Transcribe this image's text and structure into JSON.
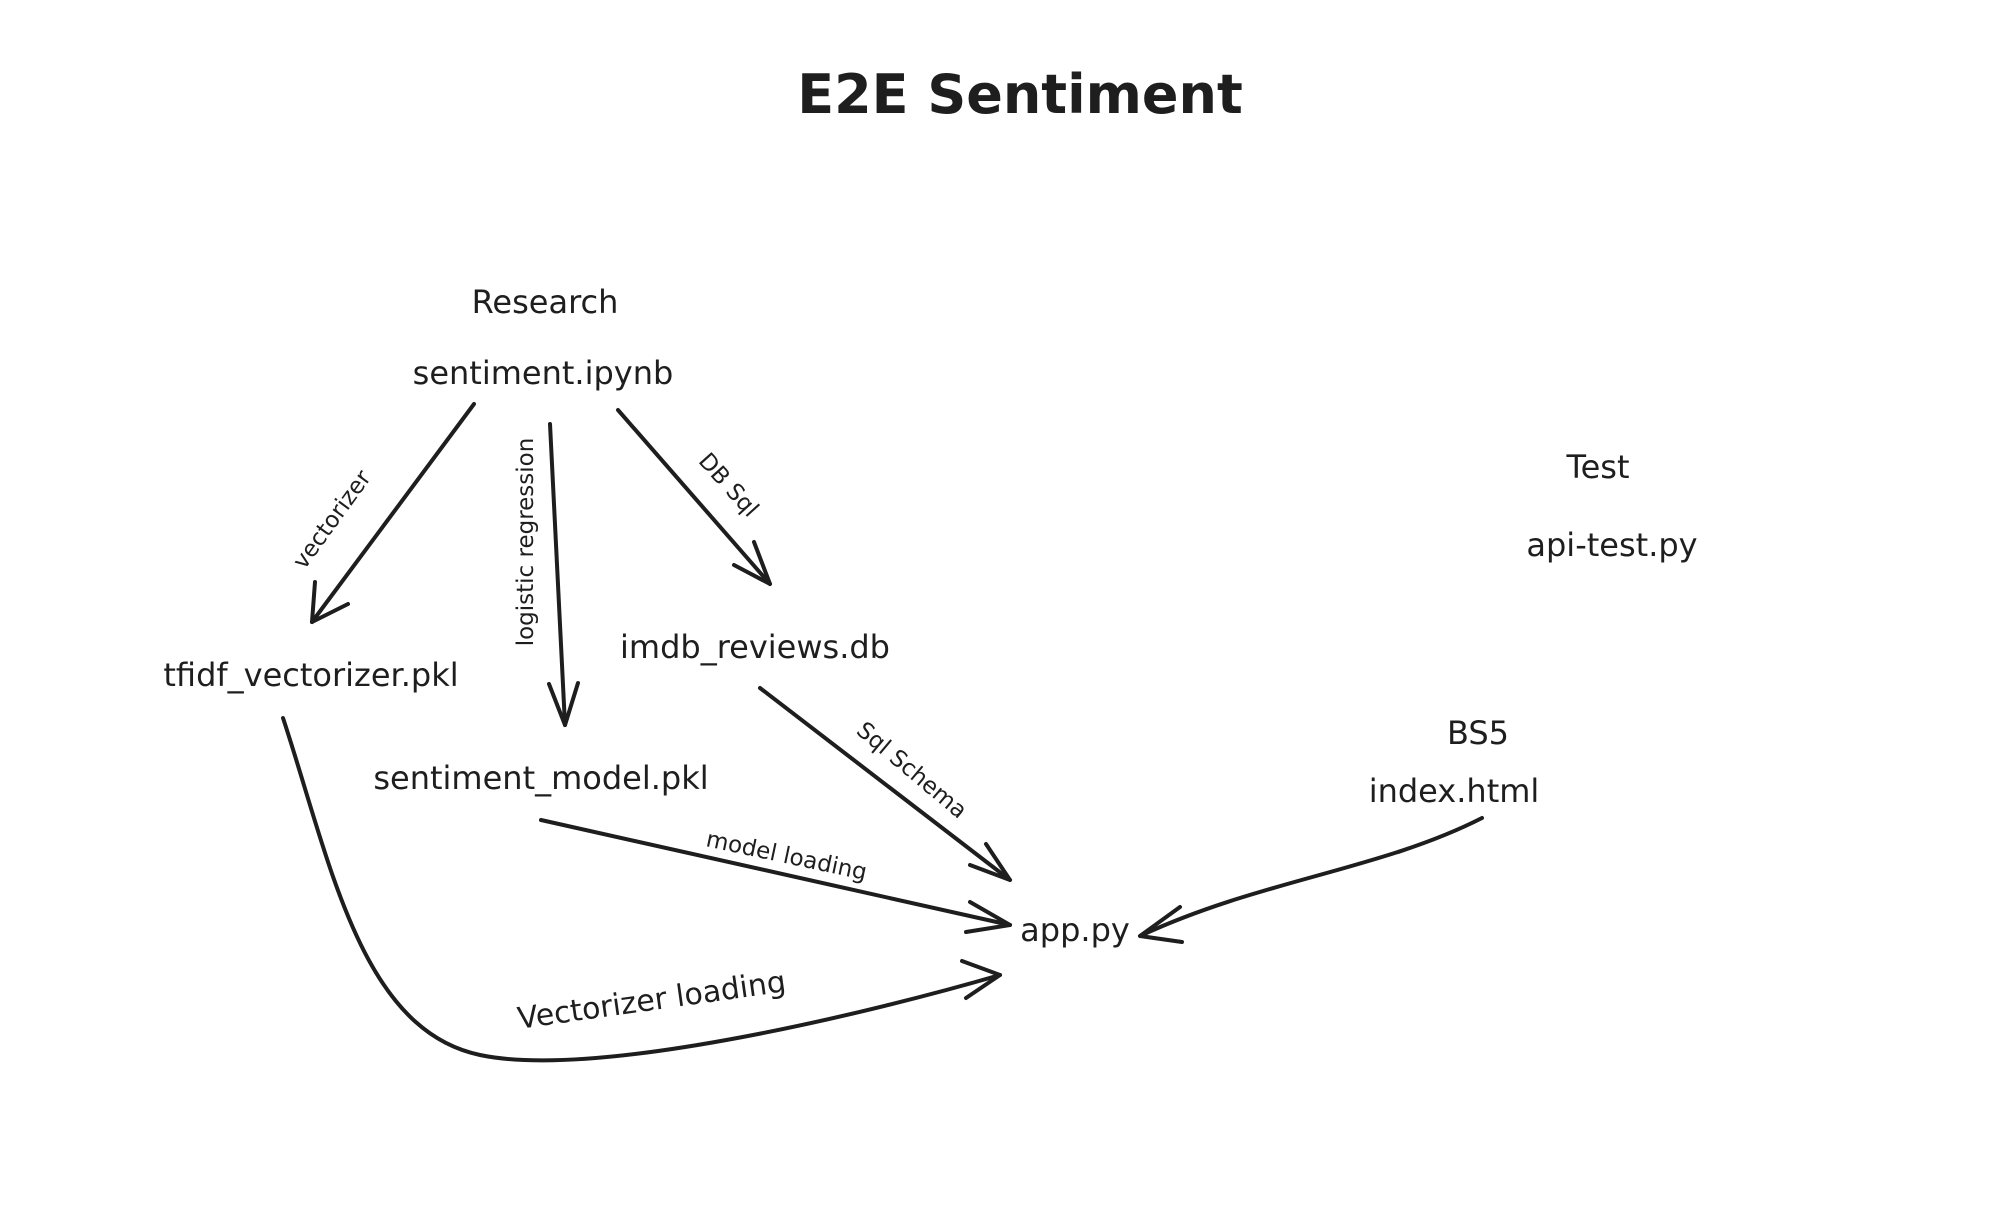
{
  "diagram": {
    "title": "E2E Sentiment",
    "groups": {
      "research": "Research",
      "test": "Test",
      "bs5": "BS5"
    },
    "nodes": {
      "sentiment_ipynb": "sentiment.ipynb",
      "tfidf_vectorizer": "tfidf_vectorizer.pkl",
      "sentiment_model": "sentiment_model.pkl",
      "imdb_reviews": "imdb_reviews.db",
      "app_py": "app.py",
      "api_test": "api-test.py",
      "index_html": "index.html"
    },
    "edges": [
      {
        "from": "sentiment.ipynb",
        "to": "tfidf_vectorizer.pkl",
        "label": "vectorizer"
      },
      {
        "from": "sentiment.ipynb",
        "to": "sentiment_model.pkl",
        "label": "logistic regression"
      },
      {
        "from": "sentiment.ipynb",
        "to": "imdb_reviews.db",
        "label": "DB Sql"
      },
      {
        "from": "imdb_reviews.db",
        "to": "app.py",
        "label": "Sql Schema"
      },
      {
        "from": "sentiment_model.pkl",
        "to": "app.py",
        "label": "model loading"
      },
      {
        "from": "tfidf_vectorizer.pkl",
        "to": "app.py",
        "label": "Vectorizer loading"
      },
      {
        "from": "index.html",
        "to": "app.py",
        "label": ""
      }
    ]
  }
}
